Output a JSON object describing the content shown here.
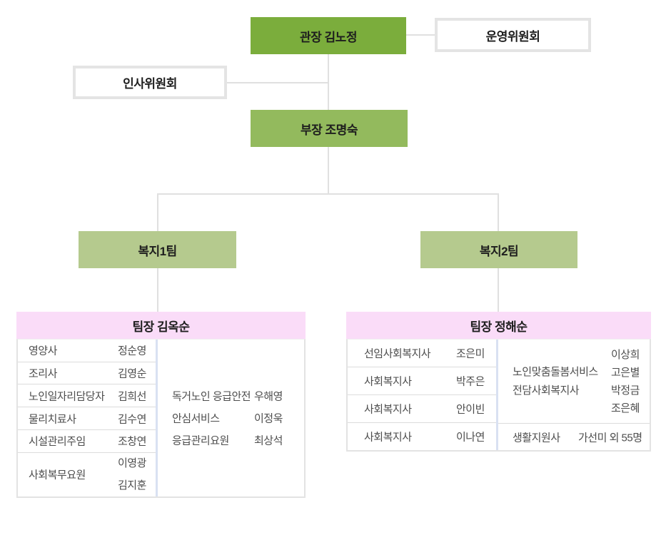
{
  "chart": {
    "director": "관장 김노정",
    "steering_committee": "운영위원회",
    "hr_committee": "인사위원회",
    "manager": "부장 조명숙",
    "team1": {
      "name": "복지1팀",
      "leader": "팀장 김옥순",
      "members": [
        {
          "role": "영양사",
          "name": "정순영"
        },
        {
          "role": "조리사",
          "name": "김영순"
        },
        {
          "role": "노인일자리담당자",
          "name": "김희선"
        },
        {
          "role": "물리치료사",
          "name": "김수연"
        },
        {
          "role": "시설관리주임",
          "name": "조창연"
        },
        {
          "role": "사회복무요원",
          "names": [
            "이영광",
            "김지훈"
          ]
        }
      ],
      "side_members": [
        {
          "role": "독거노인 응급안전",
          "name": "우해영"
        },
        {
          "role": "안심서비스",
          "name": "이정욱"
        },
        {
          "role": "응급관리요원",
          "name": "최상석"
        }
      ]
    },
    "team2": {
      "name": "복지2팀",
      "leader": "팀장 정해순",
      "members": [
        {
          "role": "선임사회복지사",
          "name": "조은미"
        },
        {
          "role": "사회복지사",
          "name": "박주은"
        },
        {
          "role": "사회복지사",
          "name": "안이빈"
        },
        {
          "role": "사회복지사",
          "name": "이나연"
        }
      ],
      "side_group": {
        "role_line1": "노인맞춤돌봄서비스",
        "role_line2": "전담사회복지사",
        "names": [
          "이상희",
          "고은별",
          "박정금",
          "조은혜"
        ]
      },
      "side_bottom": {
        "role": "생활지원사",
        "name": "가선미 외 55명"
      }
    },
    "colors": {
      "director_green": "#7bad3c",
      "manager_green": "#93ba5d",
      "team_green": "#b5ca8e",
      "leader_pink": "#fadcf8",
      "wire_gray": "#e0e0e0",
      "divider_blue": "#d9e1f2"
    }
  }
}
